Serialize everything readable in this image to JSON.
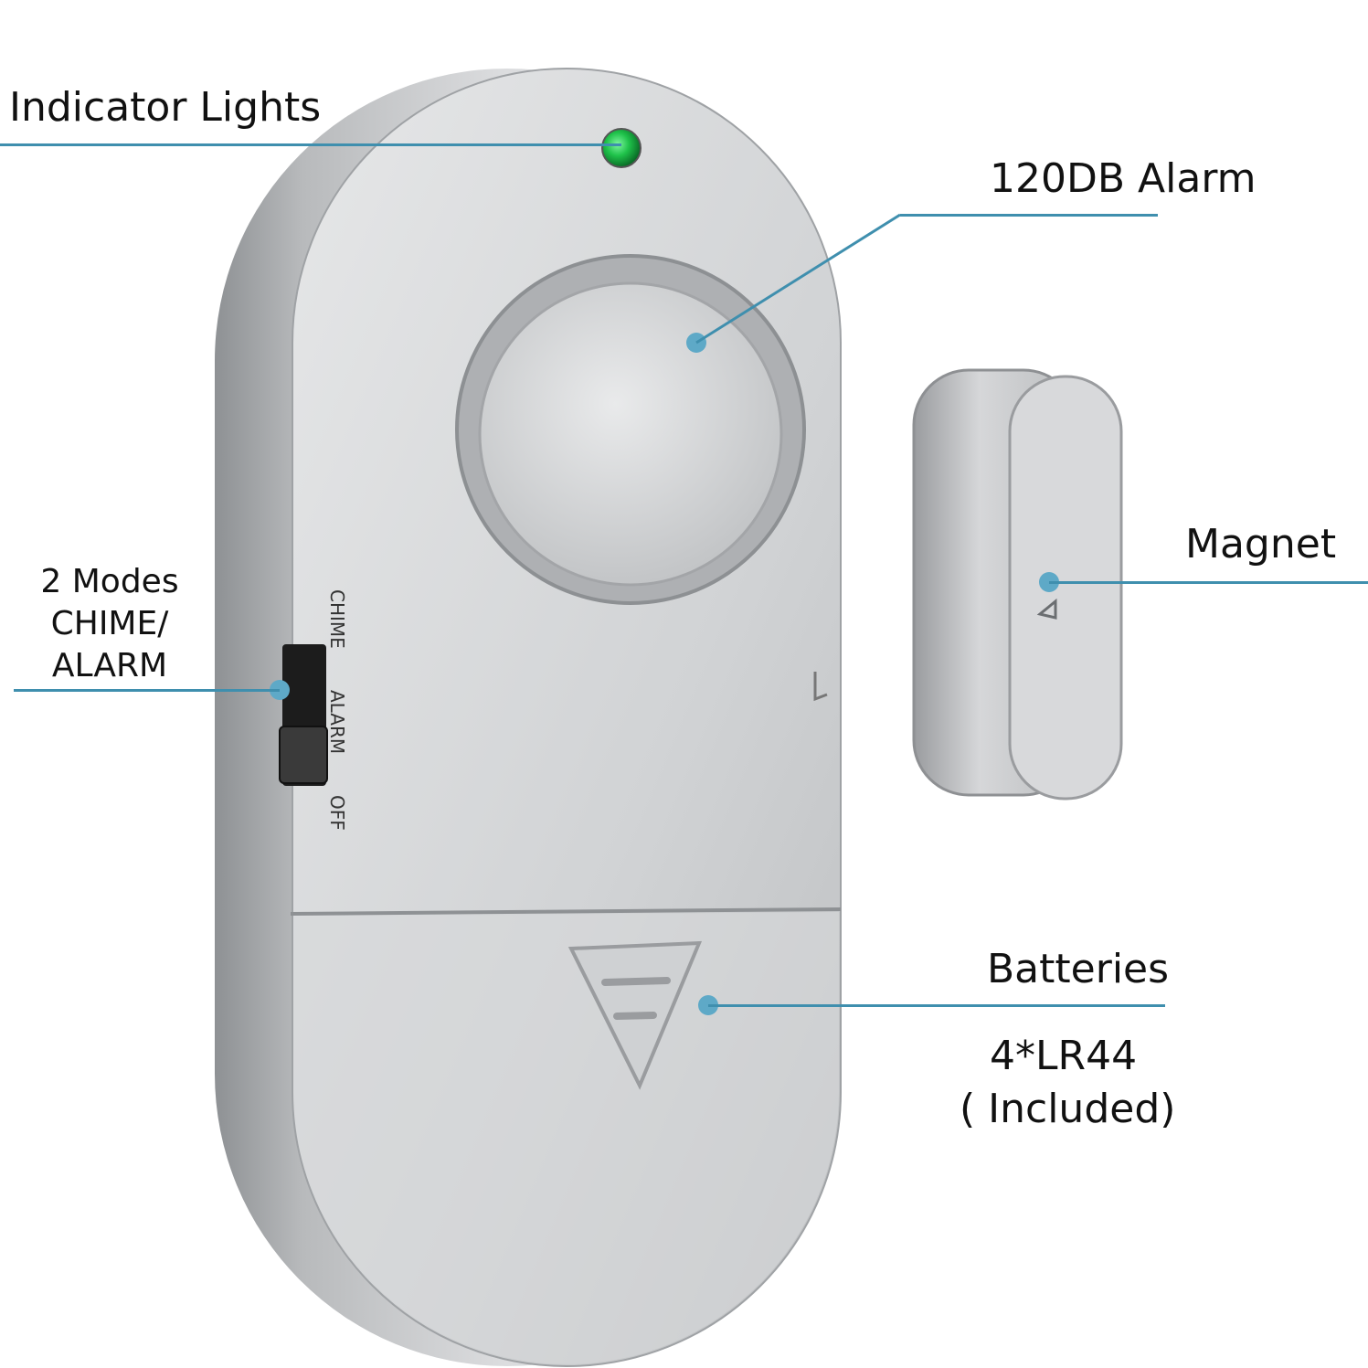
{
  "callouts": {
    "indicator": "Indicator Lights",
    "alarm": "120DB Alarm",
    "modes": [
      "2 Modes",
      "CHIME/",
      "ALARM"
    ],
    "magnet": "Magnet",
    "batteries": "Batteries",
    "battery_type": "4*LR44",
    "battery_note": "( Included)"
  },
  "switch_labels": [
    "CHIME",
    "ALARM",
    "OFF"
  ],
  "colors": {
    "leader": "#3f8fae",
    "body": "#c9cbcd",
    "led": "#1fc24a"
  }
}
